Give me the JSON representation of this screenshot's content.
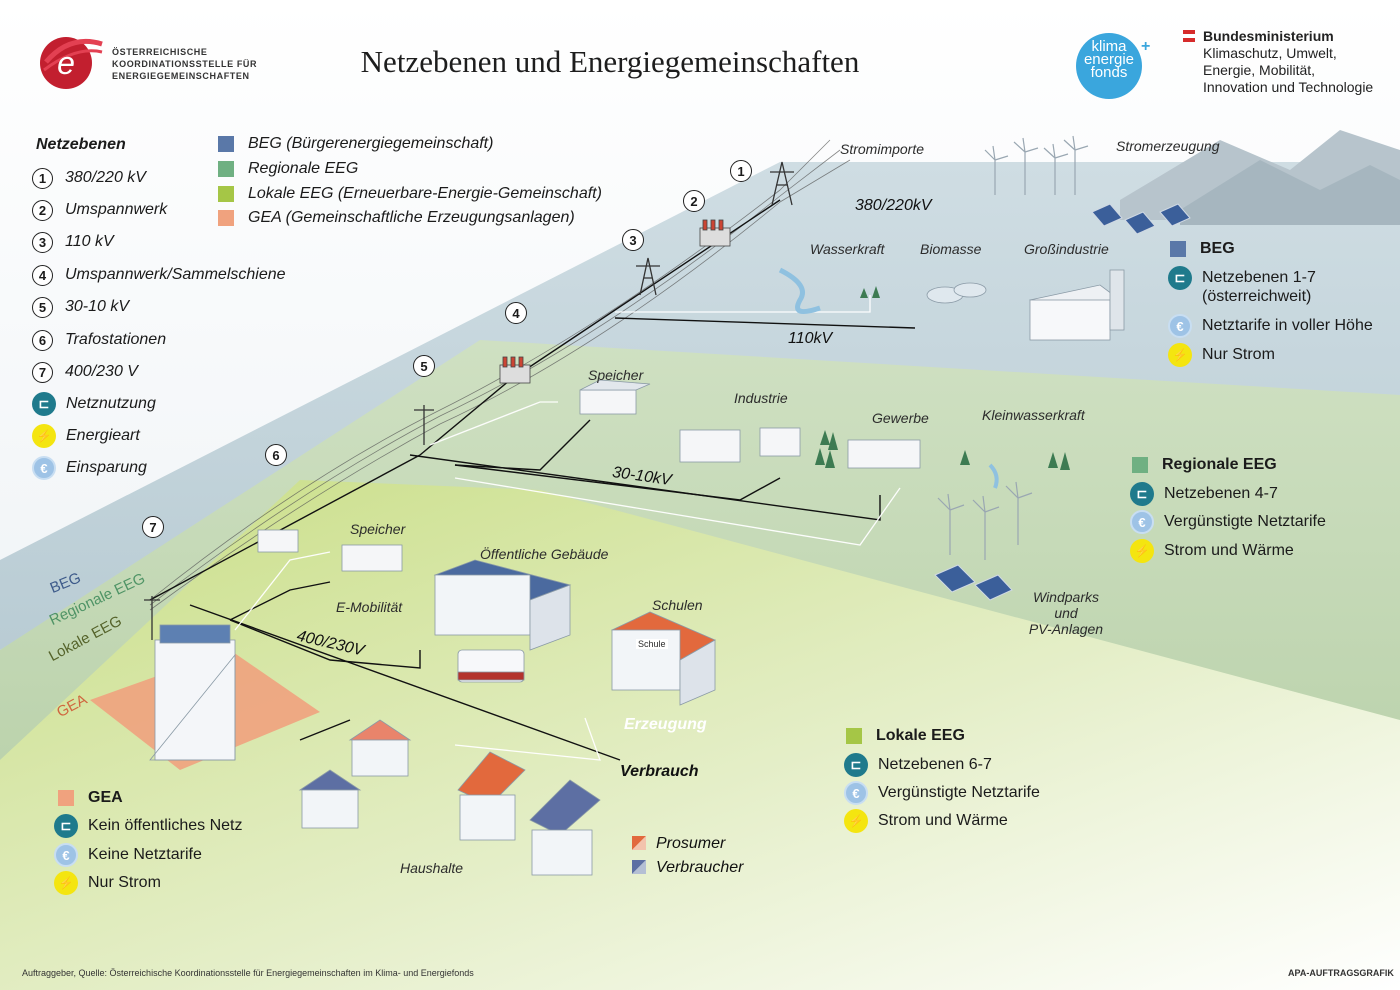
{
  "header": {
    "title": "Netzebenen und Energiegemeinschaften",
    "logo_left_text": [
      "ÖSTERREICHISCHE",
      "KOORDINATIONSSTELLE FÜR",
      "ENERGIEGEMEINSCHAFTEN"
    ],
    "klima_fonds_text": [
      "klima",
      "energie",
      "fonds"
    ],
    "klima_fonds_plus": "+",
    "ministry_name": "Bundesministerium",
    "ministry_lines": [
      "Klimaschutz, Umwelt,",
      "Energie, Mobilität,",
      "Innovation und Technologie"
    ]
  },
  "colors": {
    "beg": "#5a78a8",
    "regionale_eeg": "#6fb082",
    "lokale_eeg": "#a5c646",
    "gea": "#f0a27e",
    "netz_icon": "#1f7a8c",
    "bolt_icon": "#f4e510",
    "euro_icon": "#9ec3e6"
  },
  "legend": {
    "title": "Netzebenen",
    "items": [
      {
        "num": "1",
        "label": "380/220 kV"
      },
      {
        "num": "2",
        "label": "Umspannwerk"
      },
      {
        "num": "3",
        "label": "110 kV"
      },
      {
        "num": "4",
        "label": "Umspannwerk/Sammelschiene"
      },
      {
        "num": "5",
        "label": "30-10 kV"
      },
      {
        "num": "6",
        "label": "Trafostationen"
      },
      {
        "num": "7",
        "label": "400/230 V"
      }
    ],
    "icons": [
      {
        "icon": "netz-icon",
        "label": "Netznutzung"
      },
      {
        "icon": "bolt-icon",
        "label": "Energieart"
      },
      {
        "icon": "euro-icon",
        "label": "Einsparung"
      }
    ]
  },
  "categories": [
    {
      "label": "BEG (Bürgerenergiegemeinschaft)",
      "color": "#5a78a8"
    },
    {
      "label": "Regionale EEG",
      "color": "#6fb082"
    },
    {
      "label": "Lokale EEG (Erneuerbare-Energie-Gemeinschaft)",
      "color": "#a5c646"
    },
    {
      "label": "GEA (Gemeinschaftliche Erzeugungsanlagen)",
      "color": "#f0a27e"
    }
  ],
  "boxes": {
    "beg": {
      "title": "BEG",
      "rows": [
        "Netzebenen 1-7",
        "(österreichweit)",
        "Netztarife in voller Höhe",
        "Nur Strom"
      ]
    },
    "regionale": {
      "title": "Regionale EEG",
      "rows": [
        "Netzebenen 4-7",
        "Vergünstigte Netztarife",
        "Strom und Wärme"
      ]
    },
    "lokale": {
      "title": "Lokale EEG",
      "rows": [
        "Netzebenen 6-7",
        "Vergünstigte Netztarife",
        "Strom und Wärme"
      ]
    },
    "gea": {
      "title": "GEA",
      "rows": [
        "Kein öffentliches Netz",
        "Keine Netztarife",
        "Nur Strom"
      ]
    }
  },
  "scene": {
    "labels": {
      "stromimporte": "Stromimporte",
      "stromerzeugung": "Stromerzeugung",
      "wasserkraft": "Wasserkraft",
      "biomasse": "Biomasse",
      "grossindustrie": "Großindustrie",
      "speicher_top": "Speicher",
      "industrie": "Industrie",
      "gewerbe": "Gewerbe",
      "kleinwasserkraft": "Kleinwasserkraft",
      "windparks": [
        "Windparks und",
        "PV-Anlagen"
      ],
      "speicher_low": "Speicher",
      "oeffentliche": "Öffentliche Gebäude",
      "emobilitaet": "E-Mobilität",
      "schulen": "Schulen",
      "schule_sign": "Schule",
      "erzeugung": "Erzeugung",
      "verbrauch": "Verbrauch",
      "haushalte": "Haushalte",
      "prosumer": "Prosumer",
      "verbraucher": "Verbraucher"
    },
    "voltages": {
      "v380": "380/220kV",
      "v110": "110kV",
      "v30": "30-10kV",
      "v400": "400/230V"
    },
    "layer_labels": {
      "beg": "BEG",
      "regionale": "Regionale EEG",
      "lokale": "Lokale EEG",
      "gea": "GEA"
    },
    "callouts": [
      "1",
      "2",
      "3",
      "4",
      "5",
      "6",
      "7"
    ]
  },
  "footer": {
    "source": "Auftraggeber, Quelle: Österreichische Koordinationsstelle für Energiegemeinschaften im Klima- und Energiefonds",
    "agency": "APA-AUFTRAGSGRAFIK"
  }
}
